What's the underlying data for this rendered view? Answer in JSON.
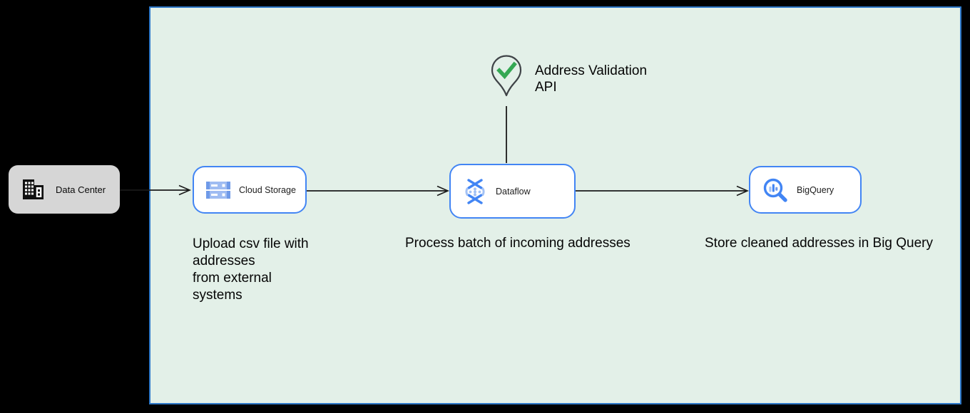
{
  "colors": {
    "canvas_bg": "#000000",
    "zone_fill": "#e3f0e8",
    "zone_border": "#2e78c8",
    "card_fill": "#ffffff",
    "card_border": "#4285f4",
    "datacenter_fill": "#d6d6d6",
    "arrow": "#1a1a1a",
    "gblue": "#4285f4",
    "gblue_mid": "#6f9ae8",
    "gblue_light": "#a3c2f5",
    "green": "#34a853",
    "pin_outline": "#3f4347"
  },
  "nodes": {
    "datacenter": {
      "label": "Data Center",
      "icon": "building-icon"
    },
    "cloud_storage": {
      "label": "Cloud Storage",
      "icon": "cloud-storage-icon"
    },
    "dataflow": {
      "label": "Dataflow",
      "icon": "dataflow-icon"
    },
    "bigquery": {
      "label": "BigQuery",
      "icon": "bigquery-icon"
    },
    "address_validation": {
      "label": "Address Validation\nAPI",
      "icon": "map-pin-check-icon"
    }
  },
  "captions": {
    "upload": "Upload csv file with\naddresses\nfrom external\nsystems",
    "process": "Process batch of incoming addresses",
    "store": "Store cleaned addresses in Big Query"
  }
}
